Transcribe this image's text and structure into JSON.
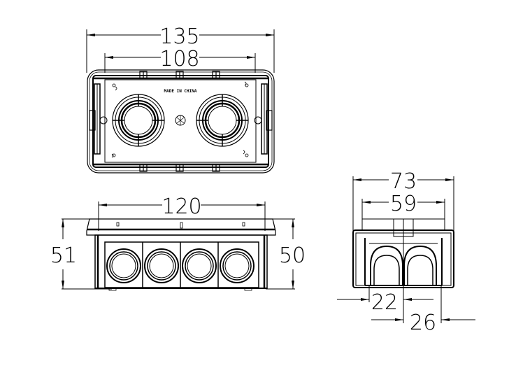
{
  "drawing": {
    "title": "Junction box technical drawing",
    "colors": {
      "line": "#000000",
      "background": "#ffffff"
    },
    "top_view": {
      "label_text": "MADE IN CHINA",
      "dimensions": {
        "overall_width": "135",
        "inner_width": "108"
      }
    },
    "front_view": {
      "dimensions": {
        "width": "120",
        "height_left": "51",
        "height_right": "50"
      },
      "knockout_count": 4
    },
    "side_view": {
      "dimensions": {
        "overall_width": "73",
        "inner_width": "59",
        "knockout_a": "22",
        "knockout_b": "26"
      },
      "knockout_count": 2
    }
  }
}
